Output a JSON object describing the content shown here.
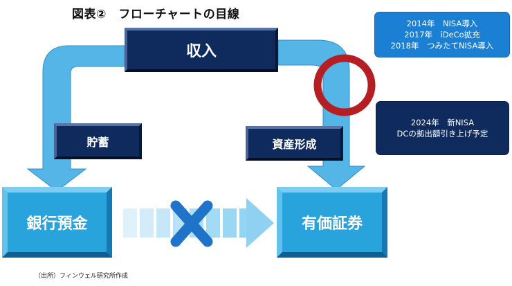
{
  "title": "図表②　フローチャートの目線",
  "source": "（出所）フィンウェル研究所作成",
  "nodes": {
    "income": "収入",
    "savings_label": "貯蓄",
    "asset_label": "資産形成",
    "bank": "銀行預金",
    "securities": "有価証券"
  },
  "info_top": [
    "2014年　NISA導入",
    "2017年　iDeCo拡充",
    "2018年　つみたてNISA導入"
  ],
  "info_bottom": [
    "2024年　新NISA",
    "DCの拠出額引き上げ予定"
  ],
  "colors": {
    "navy": "#0f2a5c",
    "sky": "#29a3dc",
    "circle": "#b51f23",
    "info_blue": "#1b7fd4"
  }
}
